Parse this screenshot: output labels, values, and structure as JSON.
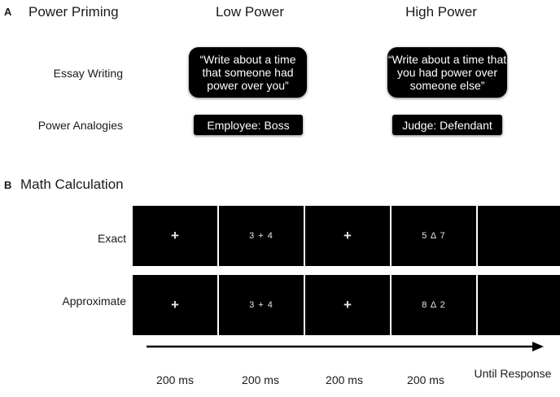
{
  "panel_a": {
    "letter": "A",
    "title": "Power Priming",
    "columns": [
      "Low Power",
      "High Power"
    ],
    "rows": [
      {
        "label": "Essay Writing",
        "cells": [
          "“Write about a time that someone had power over you”",
          "“Write about a time that you had power over someone else”"
        ]
      },
      {
        "label": "Power Analogies",
        "cells": [
          "Employee: Boss",
          "Judge: Defendant"
        ]
      }
    ]
  },
  "panel_b": {
    "letter": "B",
    "title": "Math Calculation",
    "rows": [
      {
        "label": "Exact",
        "screens": [
          "+",
          "3 + 4",
          "+",
          "5 Δ 7",
          ""
        ]
      },
      {
        "label": "Approximate",
        "screens": [
          "+",
          "3 + 4",
          "+",
          "8 Δ 2",
          ""
        ]
      }
    ],
    "timings": [
      "200 ms",
      "200 ms",
      "200 ms",
      "200 ms",
      "Until Response"
    ]
  }
}
